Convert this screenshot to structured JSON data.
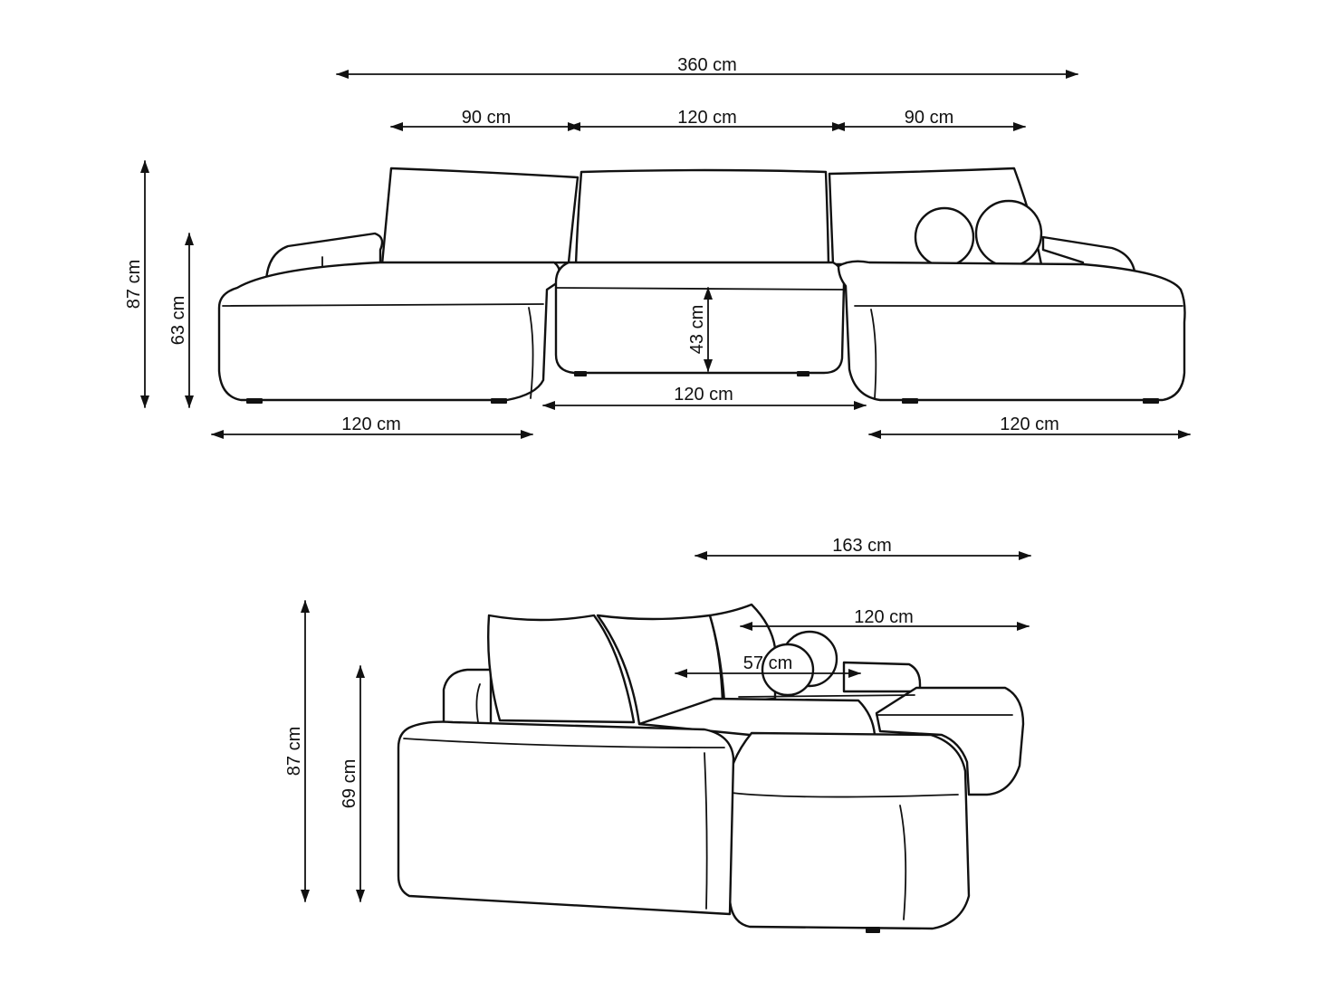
{
  "front_view": {
    "dims": {
      "total_width": "360 cm",
      "left_seat_width": "90 cm",
      "middle_seat_width": "120 cm",
      "right_seat_width": "90 cm",
      "total_height": "87 cm",
      "armrest_height": "63 cm",
      "seat_height": "43 cm",
      "middle_depth": "120 cm",
      "left_chaise_depth": "120 cm",
      "right_chaise_depth": "120 cm"
    }
  },
  "perspective_view": {
    "dims": {
      "total_depth": "163 cm",
      "chaise_depth": "120 cm",
      "seat_depth": "57 cm",
      "total_height": "87 cm",
      "armrest_height": "69 cm"
    }
  }
}
